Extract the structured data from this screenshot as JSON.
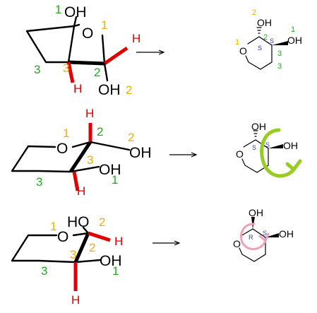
{
  "colors": {
    "green": "#22aa22",
    "orange": "#f0b000",
    "red": "#e00000",
    "blue": "#2a3eb8",
    "lime": "#99cc22",
    "pink": "#f0a0b8"
  },
  "row1": {
    "chair": {
      "oh_top": "OH",
      "oh_top_num": "1",
      "o": "O",
      "o_num": "1",
      "h": "H",
      "c2_num": "2",
      "c3_num": "3",
      "c3_ring_num": "3",
      "h_bottom": "H",
      "oh_bottom": "OH",
      "oh_bottom_num": "2"
    },
    "product": {
      "o_num": "1",
      "o": "O",
      "oh_top": "OH",
      "oh_top_num": "2",
      "c2": "2",
      "s2": "S",
      "oh_right": "OH",
      "oh_right_num": "1",
      "c3": "3",
      "s3": "S",
      "c3_ring": "3"
    }
  },
  "row2": {
    "chair": {
      "h_top": "H",
      "num_2": "2",
      "oh": "OH",
      "oh_num": "2",
      "o": "O",
      "o_num": "1",
      "c3_num": "3",
      "oh2": "OH",
      "oh2_num": "1",
      "ring_num": "3",
      "h_bottom": "H"
    },
    "product": {
      "oh_top": "OH",
      "s2": "S",
      "o": "O",
      "s3": "S",
      "oh_right": "OH"
    }
  },
  "row3": {
    "chair": {
      "ho": "HO",
      "ho_num": "2",
      "o": "O",
      "o_num": "1",
      "h": "H",
      "c2_num": "2",
      "c3_num": "3",
      "oh": "OH",
      "oh_num": "1",
      "ring_num": "3",
      "h_bottom": "H"
    },
    "product": {
      "oh_top": "OH",
      "r": "R",
      "o": "O",
      "s": "S",
      "oh_right": "OH"
    }
  }
}
